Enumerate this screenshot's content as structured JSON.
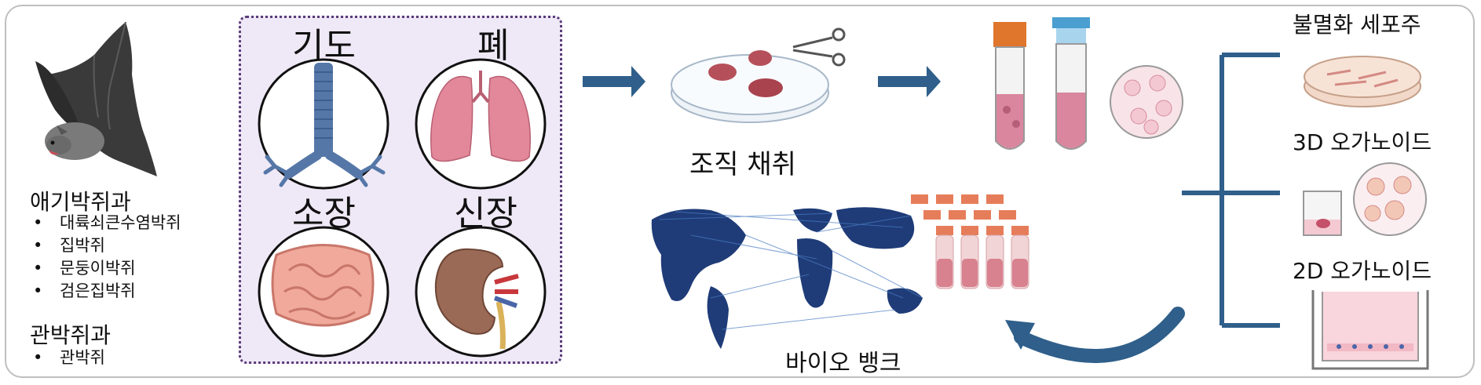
{
  "families": [
    {
      "name": "애기박쥐과",
      "species": [
        "대륙쇠큰수염박쥐",
        "집박쥐",
        "문둥이박쥐",
        "검은집박쥐"
      ]
    },
    {
      "name": "관박쥐과",
      "species": [
        "관박쥐"
      ]
    }
  ],
  "organs": [
    "기도",
    "폐",
    "소장",
    "신장"
  ],
  "steps": {
    "tissue": "조직 채취",
    "biobank": "바이오 뱅크"
  },
  "outputs": [
    "불멸화 세포주",
    "3D 오가노이드",
    "2D 오가노이드"
  ],
  "colors": {
    "arrow": "#2f5f8a",
    "bracket": "#2f5f8a",
    "box_fill": "#efe9f7",
    "box_border": "#5a3b78",
    "map": "#1f3c78"
  }
}
